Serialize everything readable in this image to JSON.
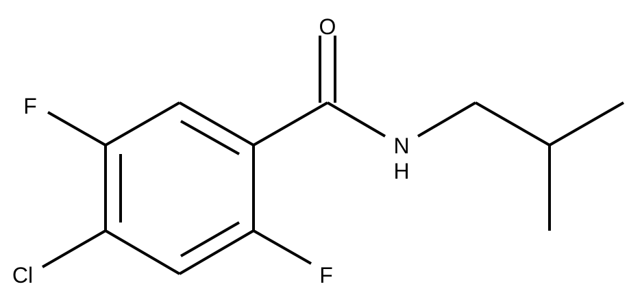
{
  "structure": {
    "atoms": {
      "oxygen": "O",
      "nitrogen": "N",
      "hydrogen": "H",
      "fluorine_top": "F",
      "fluorine_bottom": "F",
      "chlorine": "Cl"
    }
  },
  "colors": {
    "bond": "#000000",
    "label": "#000000",
    "background": "#ffffff"
  }
}
